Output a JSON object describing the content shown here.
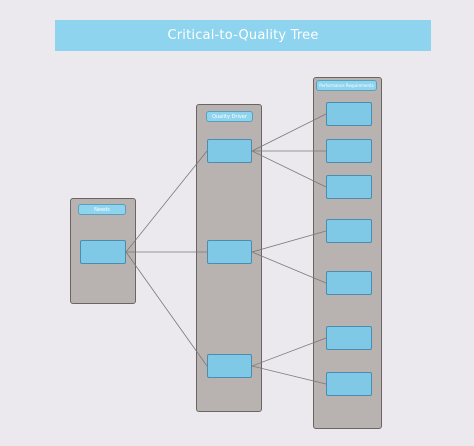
{
  "diagram": {
    "title": "Critical-to-Quality Tree",
    "columns": {
      "needs": "Needs",
      "driver": "Quality Driver",
      "performance": "Performance Requirements"
    },
    "colors": {
      "background": "#ebe9ed",
      "accent": "#8ed4ee",
      "node_fill": "#7fc8e6",
      "column_fill": "#b8b2b0",
      "connector": "#7a7a7a"
    }
  }
}
